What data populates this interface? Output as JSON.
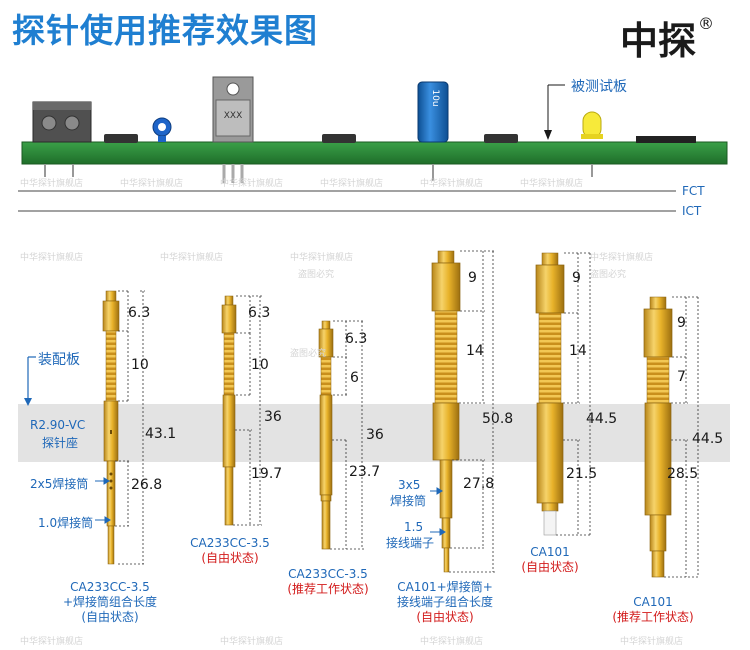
{
  "header": {
    "title": "探针使用推荐效果图",
    "brand": "中探",
    "brand_mark": "®"
  },
  "board": {
    "pcb_label": "被测试板",
    "line_fct": "FCT",
    "line_ict": "ICT",
    "chip_text": "XXX",
    "cap_text": "10u"
  },
  "mount": {
    "label": "装配板",
    "socket_line1": "R2.90-VC",
    "socket_line2": "探针座"
  },
  "watermark": "中华探针旗舰店",
  "watermark_small": "盗图必究",
  "probes": [
    {
      "dims": [
        "6.3",
        "10",
        "43.1",
        "26.8"
      ],
      "side_labels": [
        "2x5焊接筒",
        "1.0焊接筒"
      ],
      "caption_lines": [
        "CA233CC-3.5",
        "+焊接筒组合长度"
      ],
      "caption_status": "(自由状态)",
      "caption_color": "#1f68b8"
    },
    {
      "dims": [
        "6.3",
        "10",
        "36",
        "19.7"
      ],
      "caption_lines": [
        "CA233CC-3.5"
      ],
      "caption_status": "(自由状态)"
    },
    {
      "dims": [
        "6.3",
        "6",
        "36",
        "23.7"
      ],
      "caption_lines": [
        "CA233CC-3.5"
      ],
      "caption_status": "(推荐工作状态)"
    },
    {
      "dims": [
        "9",
        "14",
        "50.8",
        "27.8"
      ],
      "side_labels": [
        "3x5",
        "焊接筒",
        "1.5",
        "接线端子"
      ],
      "caption_lines": [
        "CA101+焊接筒+",
        "接线端子组合长度"
      ],
      "caption_status": "(自由状态)"
    },
    {
      "dims": [
        "9",
        "14",
        "44.5",
        "21.5"
      ],
      "caption_lines": [
        "CA101"
      ],
      "caption_status": "(自由状态)"
    },
    {
      "dims": [
        "9",
        "7",
        "44.5",
        "28.5"
      ],
      "caption_lines": [
        "CA101"
      ],
      "caption_status": "(推荐工作状态)"
    }
  ],
  "colors": {
    "title": "#1f7fd1",
    "pcb": "#2e8b3a",
    "gold": "#e8b22a",
    "gold_dark": "#b8861a",
    "band": "#e3e3e3",
    "caption_blue": "#1f68b8",
    "caption_red": "#d21a1a"
  }
}
